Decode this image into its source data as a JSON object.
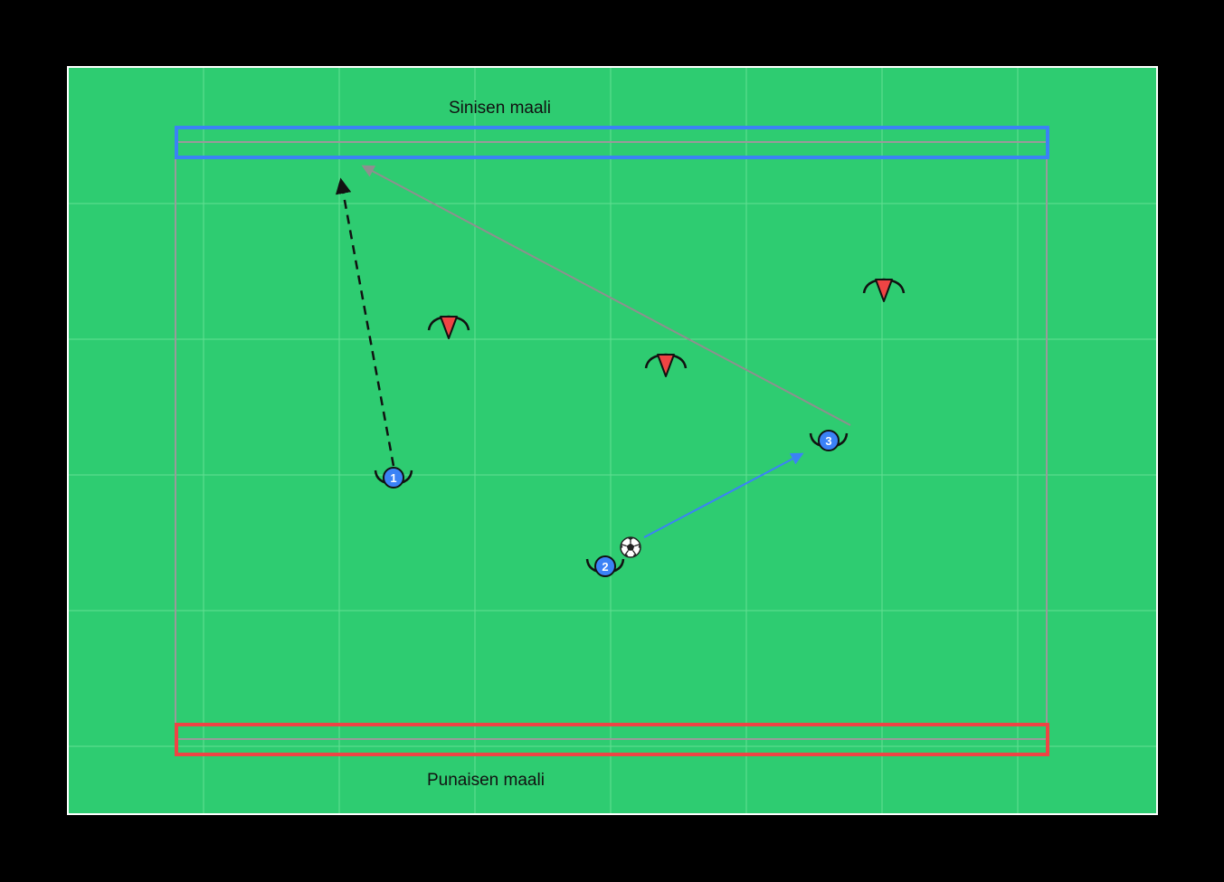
{
  "colors": {
    "background": "#000000",
    "pitch": "#2ecc71",
    "pitch_border": "#ffffff",
    "grid": "#6ee39a",
    "blue_team": "#3b82f6",
    "red_team": "#ef4444",
    "boundary": "#9a9a9a",
    "run_arrow": "#111111",
    "pass_arrow": "#3b82f6",
    "long_pass_arrow": "#8f8f8f"
  },
  "zones": {
    "blue_goal_label": "Sinisen maali",
    "red_goal_label": "Punaisen maali"
  },
  "players": [
    {
      "team": "blue",
      "number": "1"
    },
    {
      "team": "blue",
      "number": "2",
      "has_ball": true
    },
    {
      "team": "blue",
      "number": "3"
    }
  ],
  "defenders": [
    {
      "team": "red",
      "count_index": 1
    },
    {
      "team": "red",
      "count_index": 2
    },
    {
      "team": "red",
      "count_index": 3
    }
  ],
  "arrows": [
    {
      "type": "run",
      "style": "dashed",
      "from_player": "1"
    },
    {
      "type": "pass",
      "style": "solid",
      "from_player": "2",
      "to_player": "3"
    },
    {
      "type": "pass",
      "style": "solid",
      "from_player": "3"
    }
  ],
  "icons": {
    "ball": "soccer-ball-icon",
    "player": "player-icon",
    "defender": "cone-defender-icon"
  }
}
